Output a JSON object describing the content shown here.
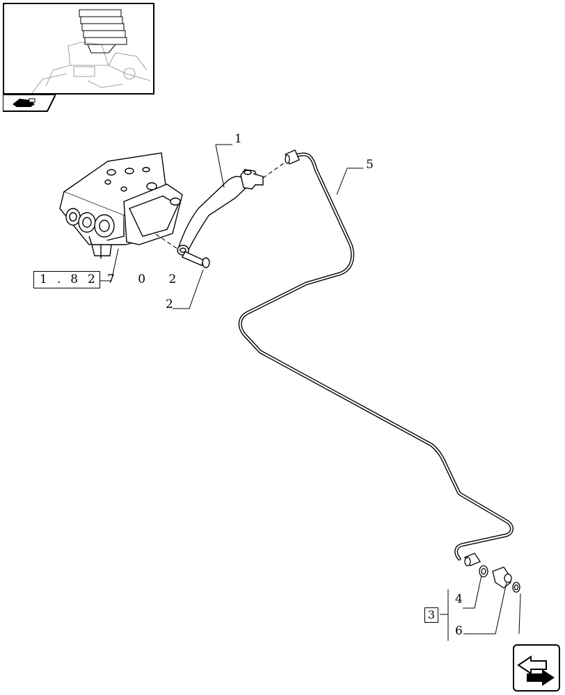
{
  "diagram": {
    "callouts": [
      {
        "id": "c1",
        "text": "1"
      },
      {
        "id": "c2",
        "text": "2"
      },
      {
        "id": "c4",
        "text": "4"
      },
      {
        "id": "c5",
        "text": "5"
      },
      {
        "id": "c6",
        "text": "6"
      }
    ],
    "ref_group": {
      "boxed": "1.82",
      "suffix": "7 0 2"
    },
    "kit_label": "3"
  },
  "thumbnail": {
    "icon": "tractor-part-icon"
  },
  "navigation": {
    "icon": "next-page-arrow-icon"
  }
}
